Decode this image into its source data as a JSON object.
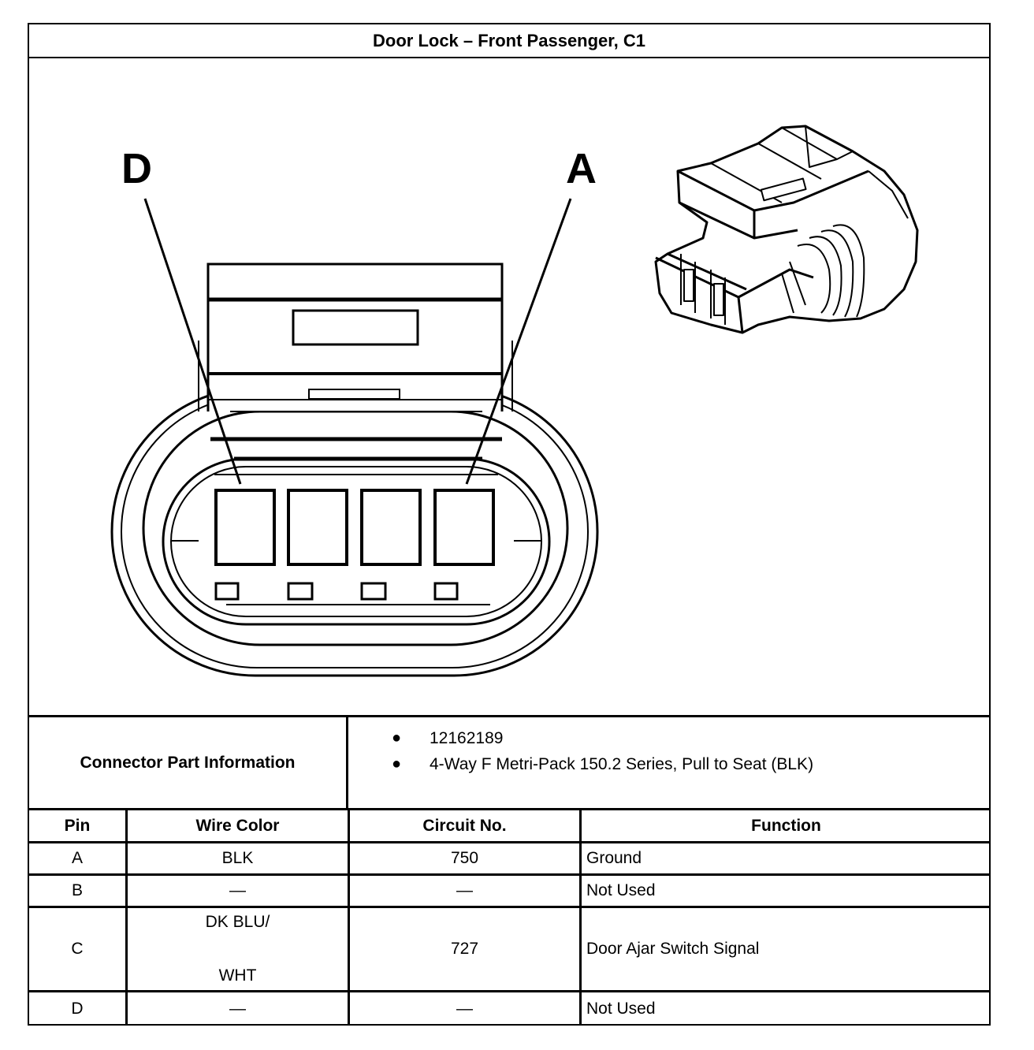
{
  "title": "Door Lock – Front Passenger, C1",
  "pin_labels": {
    "left": "D",
    "right": "A"
  },
  "connector_info": {
    "label": "Connector Part Information",
    "items": [
      "12162189",
      "4-Way F Metri-Pack 150.2 Series, Pull to Seat (BLK)"
    ]
  },
  "pin_table": {
    "headers": {
      "pin": "Pin",
      "wire": "Wire Color",
      "circuit": "Circuit No.",
      "function": "Function"
    },
    "rows": [
      {
        "pin": "A",
        "wire": "BLK",
        "circuit": "750",
        "function": "Ground"
      },
      {
        "pin": "B",
        "wire": "—",
        "circuit": "—",
        "function": "Not Used"
      },
      {
        "pin": "C",
        "wire_line1": "DK BLU/",
        "wire_line2": "WHT",
        "circuit": "727",
        "function": "Door Ajar Switch Signal"
      },
      {
        "pin": "D",
        "wire": "—",
        "circuit": "—",
        "function": "Not Used"
      }
    ]
  },
  "colors": {
    "line": "#000000",
    "background": "#ffffff"
  }
}
